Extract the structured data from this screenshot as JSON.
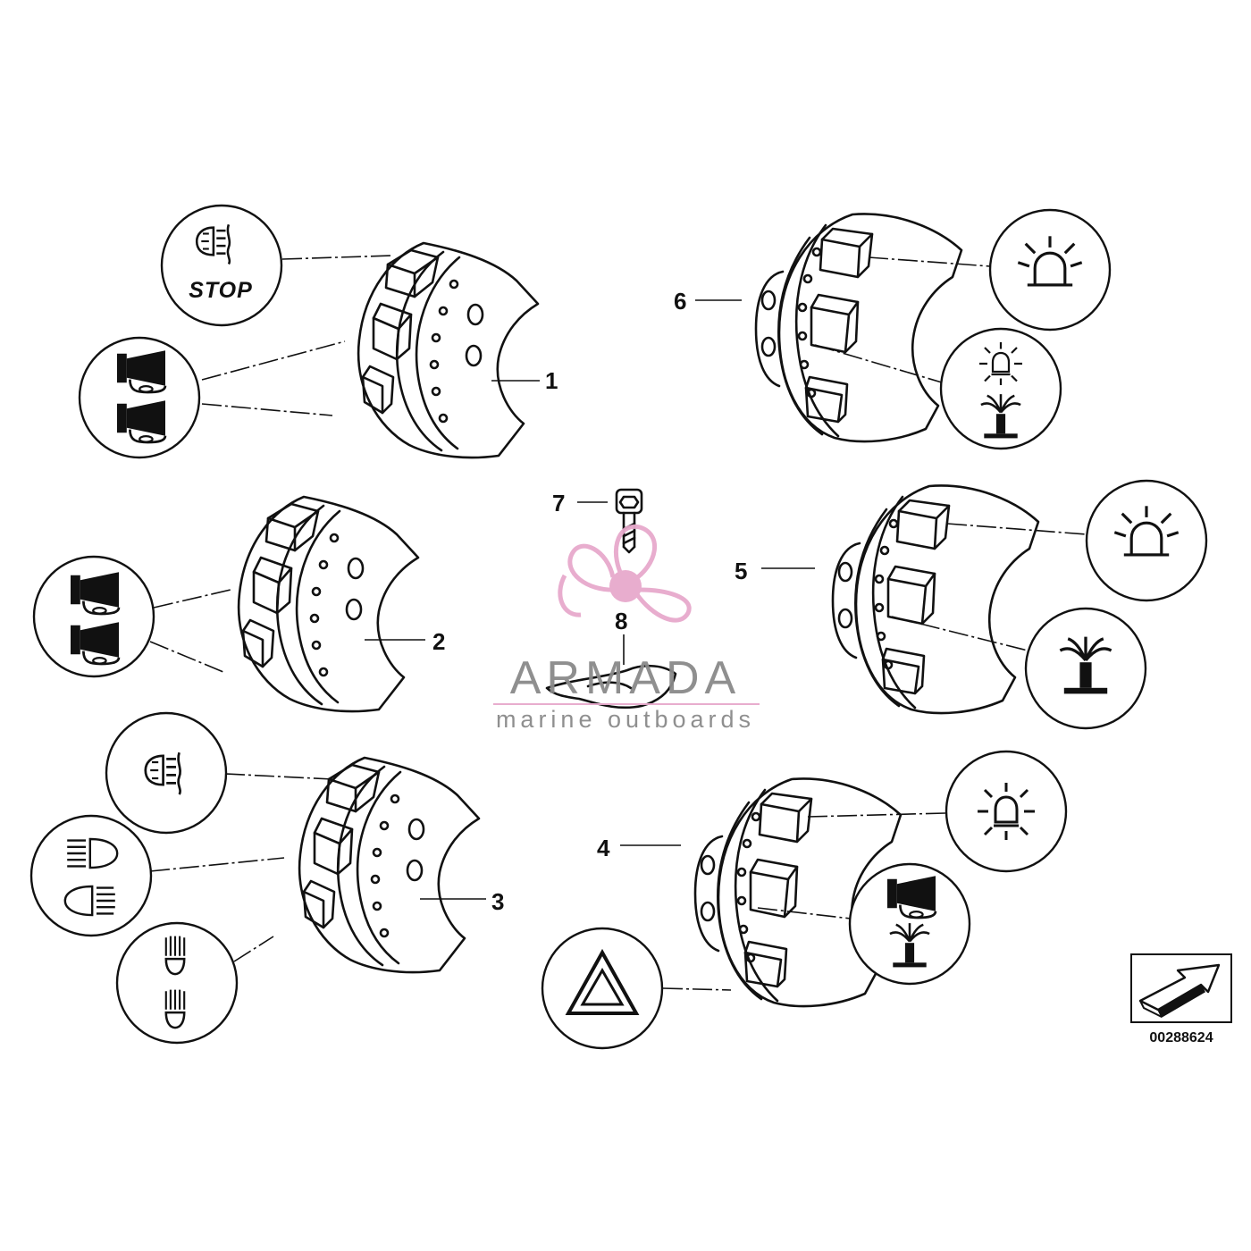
{
  "callouts": {
    "p1": "1",
    "p2": "2",
    "p3": "3",
    "p4": "4",
    "p5": "5",
    "p6": "6",
    "p7": "7",
    "p8": "8"
  },
  "symbols": {
    "stop_label": "STOP"
  },
  "watermark": {
    "brand": "ARMADA",
    "tagline": "marine outboards",
    "brand_color": "#8a8a8a",
    "accent_color": "#e7a9cc"
  },
  "document": {
    "id": "00288624"
  }
}
